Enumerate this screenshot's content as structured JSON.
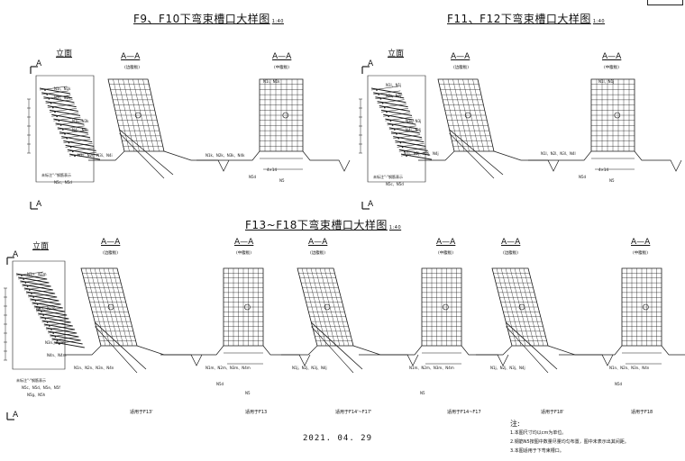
{
  "titles": {
    "top_left": "F9、F10下弯束槽口大样图",
    "top_right": "F11、F12下弯束槽口大样图",
    "middle": "F13~F18下弯束槽口大样图",
    "scale": "1:40"
  },
  "labels": {
    "elevation": "立面",
    "section": "A—A",
    "side_plate": "(边腹板)",
    "middle_plate": "(中腹板)",
    "section_mark": "A"
  },
  "top_left_elev": {
    "bars": [
      "N1i、N1k",
      "N2i、N2k",
      "N3i、N3k",
      "N4i、N4k"
    ],
    "legend": [
      "未标注\"·\"钢筋表示",
      "N5c、N5d"
    ]
  },
  "top_left_sections": {
    "side_bars": "N1i、N2i、N3i、N4i",
    "middle_bars_top": "N1i、N1k",
    "middle_bars": "N1k、N2k、N3k、N4k",
    "dim_n5": "N5",
    "dim_n5d": "N5d",
    "dim_grid": "4×14"
  },
  "top_right_elev": {
    "bars": [
      "N1l、N1j",
      "N2l、N2j",
      "N3l、N3j",
      "N4l、N4j"
    ],
    "legend": [
      "未标注\"·\"钢筋表示",
      "N5c、N5d"
    ]
  },
  "top_right_sections": {
    "side_bars": "N1j、N2j、N3j、N4j",
    "middle_bars_top": "N1l、N1j",
    "middle_bars": "N1l、N2l、N3l、N4l",
    "dim_n5": "N5",
    "dim_n5d": "N5d",
    "dim_grid": "4×14"
  },
  "middle_elev": {
    "bars": [
      "N1n、N1m",
      "N2n、N2m",
      "N3n、N3m",
      "N4n、N4m"
    ],
    "legend": [
      "未标注\"·\"钢筋表示",
      "N5c、N5d、N5e、N5f",
      "N5g、N5h"
    ]
  },
  "middle_sections": {
    "bars_a": "N1n、N2n、N3n、N4n",
    "bars_b": "N1m、N2m、N3m、N4m",
    "bars_c": "N1j、N2j、N3j、N4j",
    "dim_n5d": "N5d",
    "dim_n5": "N5",
    "captions": [
      "适用于F13'",
      "适用于F13",
      "适用于F14'~F17'",
      "适用于F14~F17",
      "适用于F18'",
      "适用于F18"
    ]
  },
  "date": "2021. 04. 29",
  "notes": {
    "heading": "注:",
    "items": [
      "1.本图尺寸均以cm为单位。",
      "2.钢筋N5按图中数量尽量均匀布置，图中未表示出其间距。",
      "3.本图适用于下弯束槽口。"
    ]
  },
  "style": {
    "line": "#1a1a1a",
    "bar": "#000000"
  }
}
